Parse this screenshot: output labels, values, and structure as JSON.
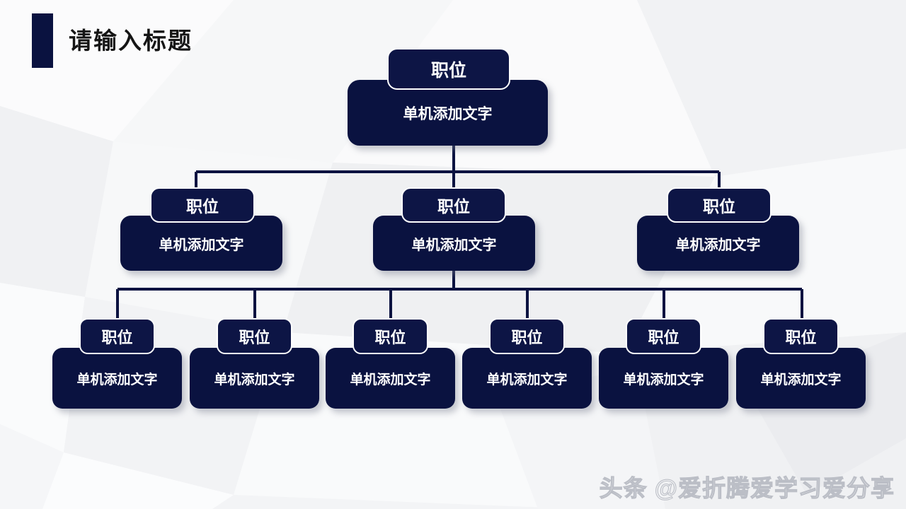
{
  "slide": {
    "title": "请输入标题",
    "background_color": "#f3f4f6",
    "accent_color": "#0a1240",
    "node_fill_color": "#0a1240",
    "node_tag_color": "#0d1545",
    "node_text_color": "#ffffff",
    "connector_color": "#0a1240"
  },
  "watermark": {
    "text": "头条 @爱折腾爱学习爱分享"
  },
  "org_chart": {
    "levels": [
      {
        "level": 1,
        "nodes": [
          {
            "tag": "职位",
            "body": "单机添加文字"
          }
        ]
      },
      {
        "level": 2,
        "nodes": [
          {
            "tag": "职位",
            "body": "单机添加文字"
          },
          {
            "tag": "职位",
            "body": "单机添加文字"
          },
          {
            "tag": "职位",
            "body": "单机添加文字"
          }
        ]
      },
      {
        "level": 3,
        "nodes": [
          {
            "tag": "职位",
            "body": "单机添加文字"
          },
          {
            "tag": "职位",
            "body": "单机添加文字"
          },
          {
            "tag": "职位",
            "body": "单机添加文字"
          },
          {
            "tag": "职位",
            "body": "单机添加文字"
          },
          {
            "tag": "职位",
            "body": "单机添加文字"
          },
          {
            "tag": "职位",
            "body": "单机添加文字"
          }
        ]
      }
    ]
  }
}
